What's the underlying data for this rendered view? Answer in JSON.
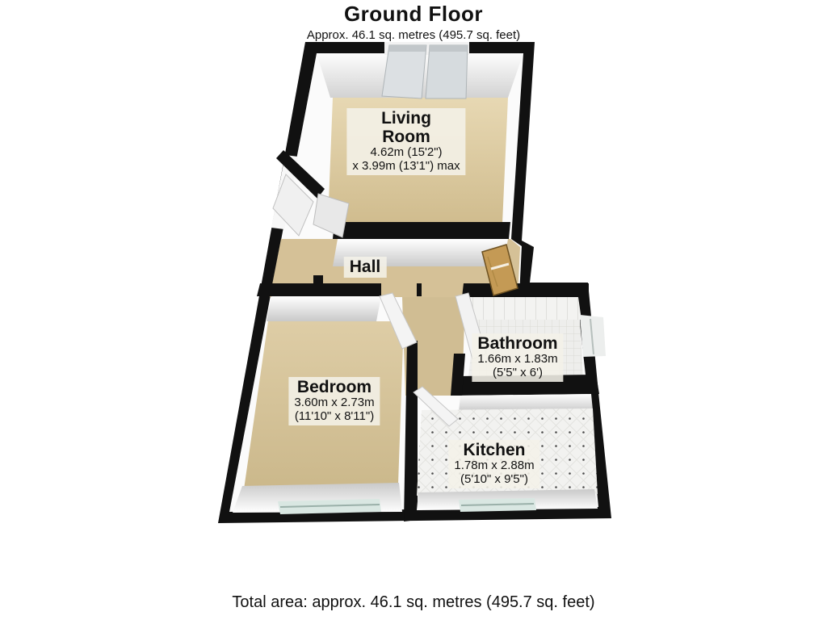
{
  "header": {
    "title": "Ground Floor",
    "subtitle": "Approx. 46.1 sq. metres (495.7 sq. feet)"
  },
  "floorplan": {
    "rooms": {
      "living_room": {
        "name_line1": "Living",
        "name_line2": "Room",
        "dims_line1": "4.62m (15'2\")",
        "dims_line2": "x 3.99m (13'1\") max"
      },
      "hall": {
        "name": "Hall"
      },
      "bedroom": {
        "name": "Bedroom",
        "dims_line1": "3.60m x 2.73m",
        "dims_line2": "(11'10\" x 8'11\")"
      },
      "bathroom": {
        "name": "Bathroom",
        "dims_line1": "1.66m x 1.83m",
        "dims_line2": "(5'5\" x 6')"
      },
      "kitchen": {
        "name": "Kitchen",
        "dims_line1": "1.78m x 2.88m",
        "dims_line2": "(5'10\" x 9'5\")"
      }
    },
    "features": [
      "patio-doors",
      "entrance-double-doors",
      "internal-wood-door",
      "bathroom-window",
      "bedroom-window",
      "kitchen-window"
    ]
  },
  "colors": {
    "wall": "#111111",
    "floor_tan": "#d5c197",
    "corridor_tan": "#d0bd93",
    "tile_floor": "#f0f0ee",
    "wood_door": "#c49a55",
    "glass": "#d9e7e2",
    "label_bg": "#f4f1e8"
  },
  "footer": {
    "total_area": "Total area: approx. 46.1 sq. metres (495.7 sq. feet)"
  }
}
